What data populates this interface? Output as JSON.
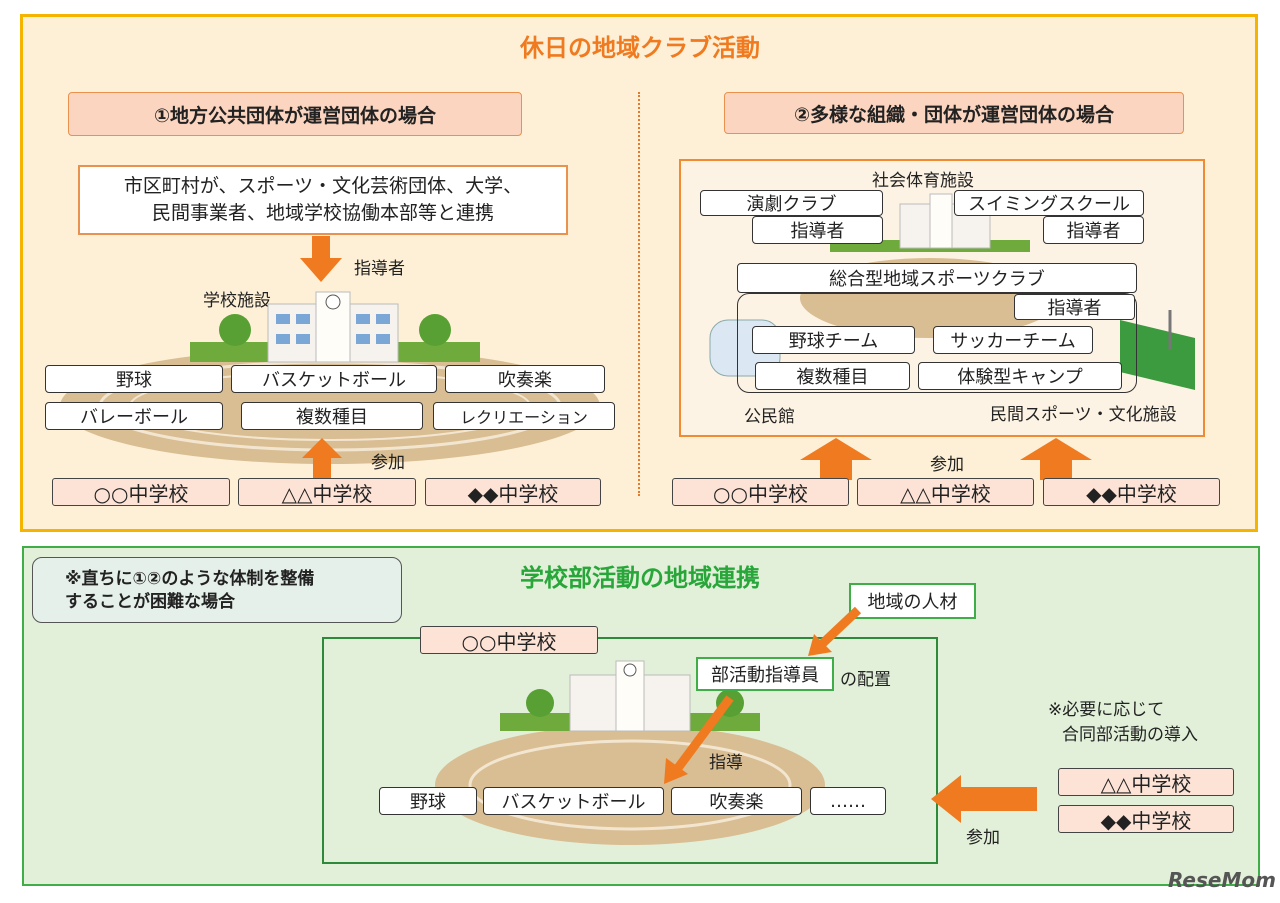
{
  "top": {
    "title": "休日の地域クラブ活動",
    "left": {
      "header": "①地方公共団体が運営団体の場合",
      "description_line1": "市区町村が、スポーツ・文化芸術団体、大学、",
      "description_line2": "民間事業者、地域学校協働本部等と連携",
      "instructor_label": "指導者",
      "facility_label": "学校施設",
      "activities": [
        "野球",
        "バスケットボール",
        "吹奏楽",
        "バレーボール",
        "複数種目",
        "レクリエーション"
      ],
      "participate_label": "参加",
      "schools": [
        "○○中学校",
        "△△中学校",
        "◆◆中学校"
      ]
    },
    "right": {
      "header": "②多様な組織・団体が運営団体の場合",
      "social_facility_label": "社会体育施設",
      "drama_club": "演劇クラブ",
      "swimming_school": "スイミングスクール",
      "instructor_1": "指導者",
      "instructor_2": "指導者",
      "sports_club": "総合型地域スポーツクラブ",
      "instructor_3": "指導者",
      "club_activities": [
        "野球チーム",
        "サッカーチーム",
        "複数種目",
        "体験型キャンプ"
      ],
      "community_center_label": "公民館",
      "private_facility_label": "民間スポーツ・文化施設",
      "participate_label": "参加",
      "schools": [
        "○○中学校",
        "△△中学校",
        "◆◆中学校"
      ]
    }
  },
  "bottom": {
    "title": "学校部活動の地域連携",
    "note_line1": "※直ちに①②のような体制を整備",
    "note_line2": "することが困難な場合",
    "local_talent": "地域の人材",
    "main_school": "○○中学校",
    "club_instructor": "部活動指導員",
    "placement_label": "の配置",
    "guidance_label": "指導",
    "activities": [
      "野球",
      "バスケットボール",
      "吹奏楽",
      "……"
    ],
    "joint_note_line1": "※必要に応じて",
    "joint_note_line2": "合同部活動の導入",
    "other_schools": [
      "△△中学校",
      "◆◆中学校"
    ],
    "participate_label": "参加"
  },
  "watermark": "ReseMom",
  "colors": {
    "orange": "#f07a1f",
    "green": "#28a639",
    "panel_top_bg": "#fdf0d6",
    "panel_bottom_bg": "#e2f0d9"
  }
}
